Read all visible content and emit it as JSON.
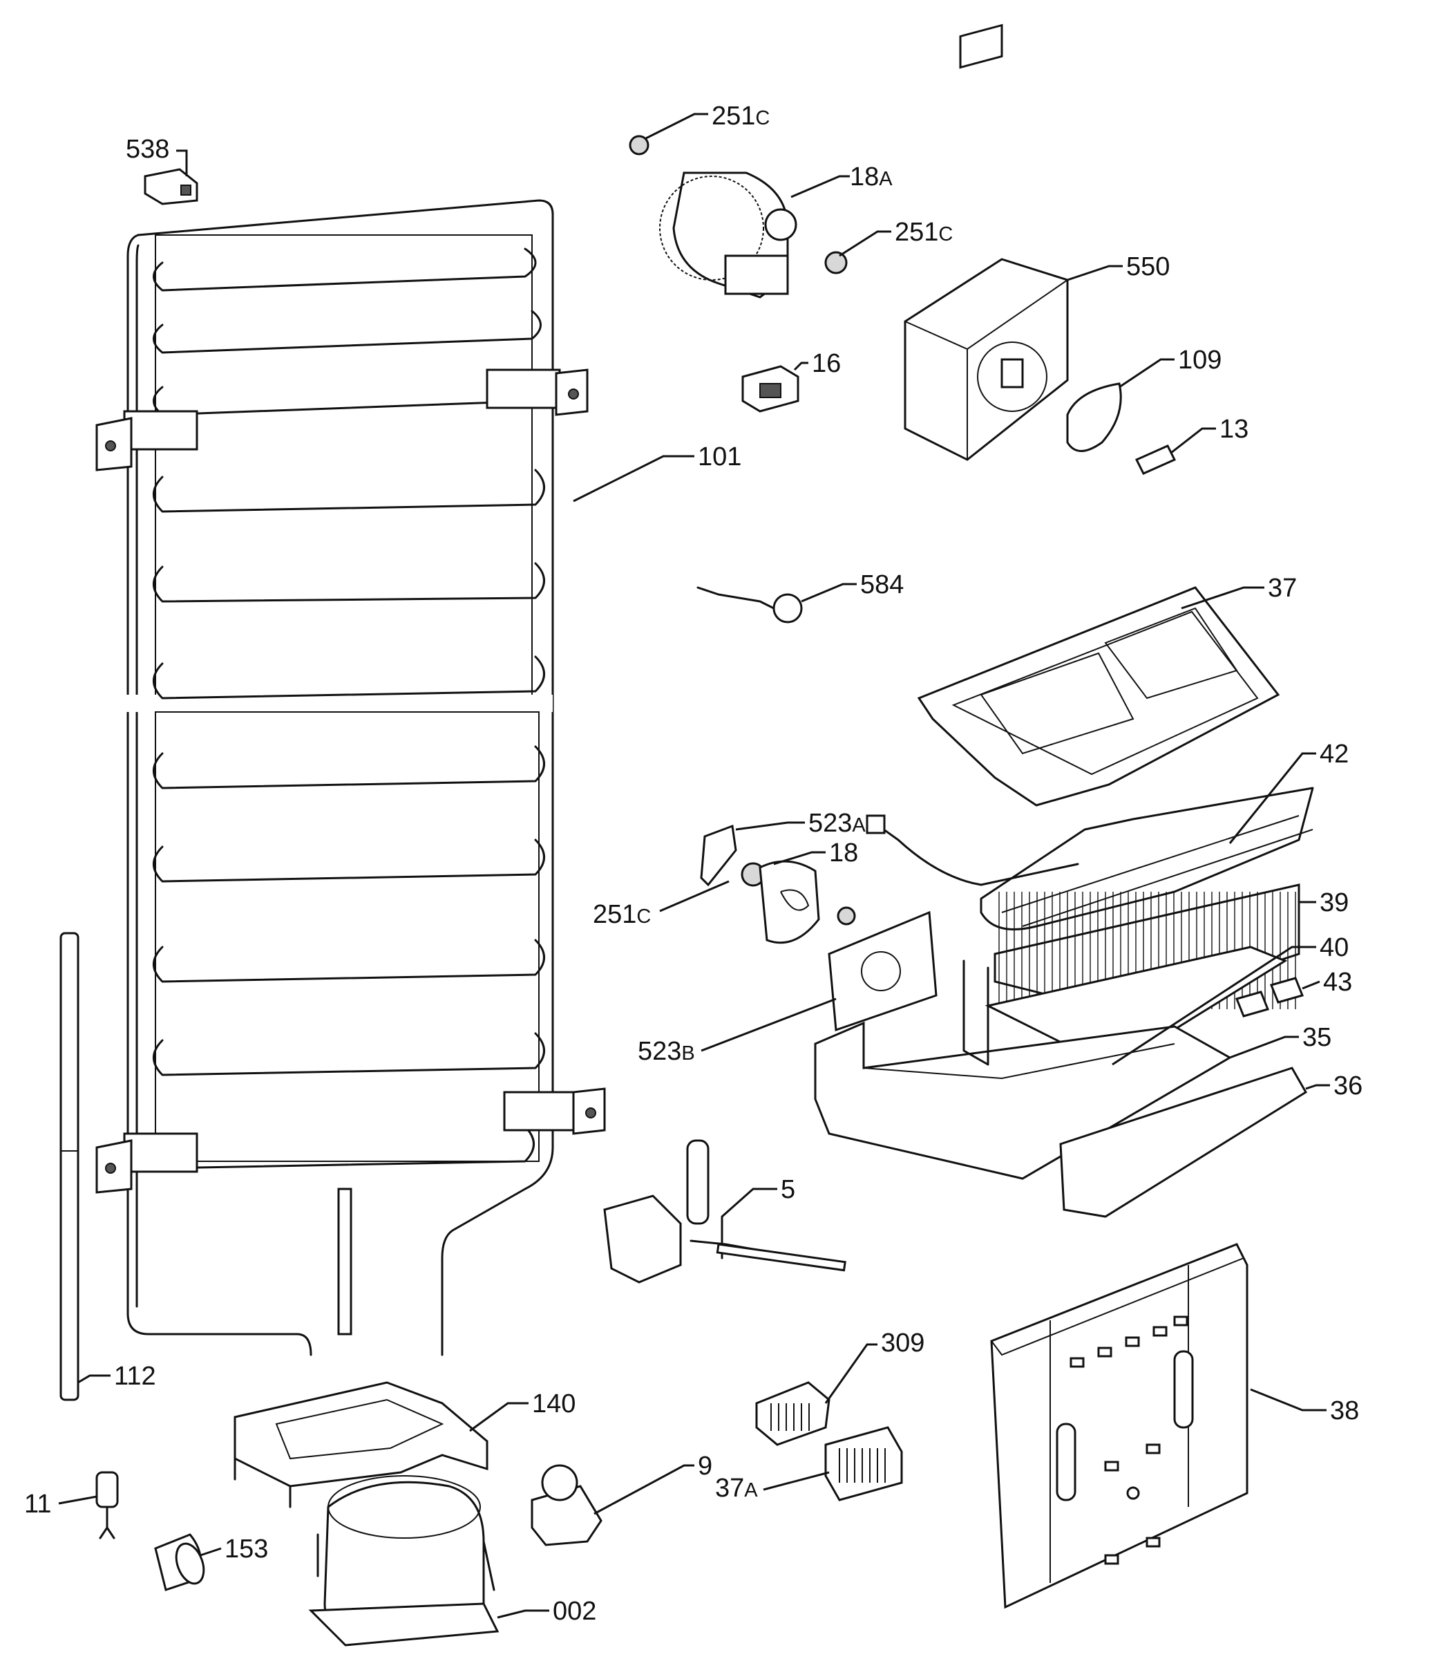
{
  "callouts": [
    {
      "id": "c538",
      "text": "538",
      "suffix": ""
    },
    {
      "id": "c251a",
      "text": "251",
      "suffix": "C"
    },
    {
      "id": "c18a",
      "text": "18",
      "suffix": "A"
    },
    {
      "id": "c251b",
      "text": "251",
      "suffix": "C"
    },
    {
      "id": "c550",
      "text": "550",
      "suffix": ""
    },
    {
      "id": "c16",
      "text": "16",
      "suffix": ""
    },
    {
      "id": "c109",
      "text": "109",
      "suffix": ""
    },
    {
      "id": "c13",
      "text": "13",
      "suffix": ""
    },
    {
      "id": "c101",
      "text": "101",
      "suffix": ""
    },
    {
      "id": "c584",
      "text": "584",
      "suffix": ""
    },
    {
      "id": "c37",
      "text": "37",
      "suffix": ""
    },
    {
      "id": "c42",
      "text": "42",
      "suffix": ""
    },
    {
      "id": "c523a",
      "text": "523",
      "suffix": "A"
    },
    {
      "id": "c18",
      "text": "18",
      "suffix": ""
    },
    {
      "id": "c251c",
      "text": "251",
      "suffix": "C"
    },
    {
      "id": "c39",
      "text": "39",
      "suffix": ""
    },
    {
      "id": "c40",
      "text": "40",
      "suffix": ""
    },
    {
      "id": "c43",
      "text": "43",
      "suffix": ""
    },
    {
      "id": "c523b",
      "text": "523",
      "suffix": "B"
    },
    {
      "id": "c35",
      "text": "35",
      "suffix": ""
    },
    {
      "id": "c36",
      "text": "36",
      "suffix": ""
    },
    {
      "id": "c5",
      "text": "5",
      "suffix": ""
    },
    {
      "id": "c309",
      "text": "309",
      "suffix": ""
    },
    {
      "id": "c112",
      "text": "112",
      "suffix": ""
    },
    {
      "id": "c140",
      "text": "140",
      "suffix": ""
    },
    {
      "id": "c38",
      "text": "38",
      "suffix": ""
    },
    {
      "id": "c9",
      "text": "9",
      "suffix": ""
    },
    {
      "id": "c37a",
      "text": "37",
      "suffix": "A"
    },
    {
      "id": "c11",
      "text": "11",
      "suffix": ""
    },
    {
      "id": "c153",
      "text": "153",
      "suffix": ""
    },
    {
      "id": "c002",
      "text": "002",
      "suffix": ""
    }
  ]
}
